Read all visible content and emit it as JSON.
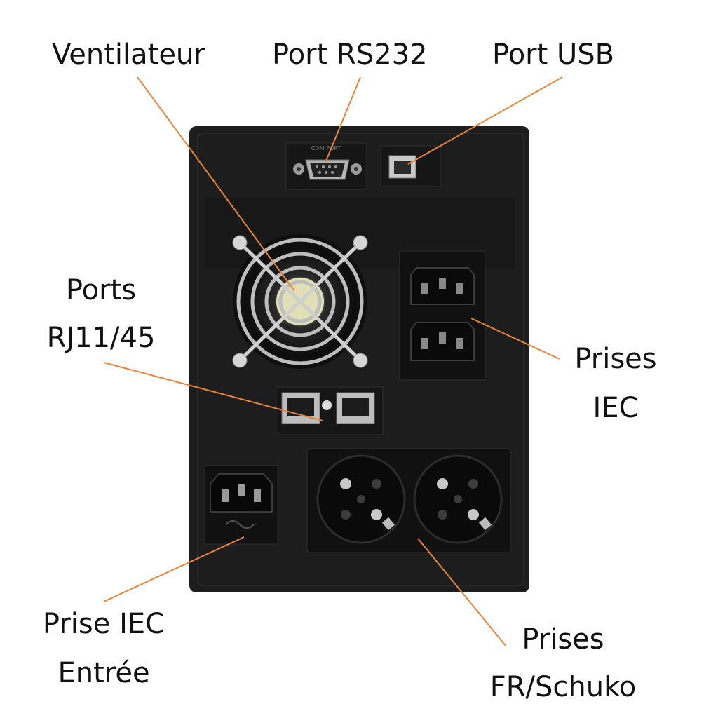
{
  "labels": {
    "ventilateur": "Ventilateur",
    "rs232": "Port RS232",
    "usb": "Port USB",
    "rj_line1": "Ports",
    "rj_line2": "RJ11/45",
    "iec_out_line1": "Prises",
    "iec_out_line2": "IEC",
    "iec_in_line1": "Prise IEC",
    "iec_in_line2": "Entrée",
    "schuko_line1": "Prises",
    "schuko_line2": "FR/Schuko"
  },
  "device_marks": {
    "comport": "COM PORT"
  },
  "colors": {
    "leader": "#e8853c",
    "body": "#1c1c1c",
    "panel": "#141414",
    "background": "#ffffff"
  }
}
